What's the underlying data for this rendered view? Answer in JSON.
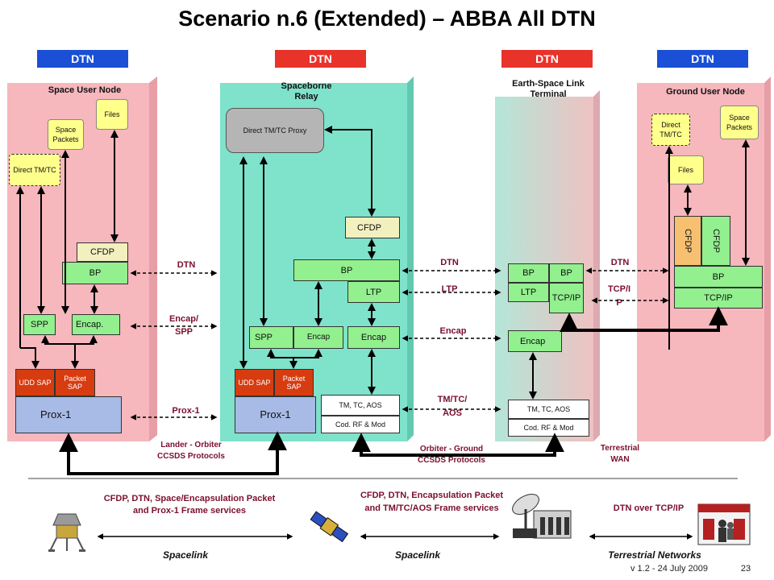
{
  "title": "Scenario n.6 (Extended) – ABBA All DTN",
  "tags": [
    "DTN",
    "DTN",
    "DTN",
    "DTN"
  ],
  "tag_colors": {
    "blue": "#1a4fd6",
    "red": "#e8332b"
  },
  "panels": {
    "space_user": "Space User Node",
    "relay": "Spaceborne Relay",
    "earth_space": "Earth-Space Link Terminal",
    "ground_user": "Ground User Node"
  },
  "space_user": {
    "files": "Files",
    "space_packets": "Space Packets",
    "direct_tmtc": "Direct TM/TC",
    "cfdp": "CFDP",
    "bp": "BP",
    "spp": "SPP",
    "encap": "Encap.",
    "udd_sap": "UDD SAP",
    "packet_sap": "Packet SAP",
    "prox1": "Prox-1"
  },
  "relay": {
    "proxy": "Direct TM/TC Proxy",
    "cfdp": "CFDP",
    "bp": "BP",
    "ltp": "LTP",
    "spp": "SPP",
    "encap_small": "Encap",
    "encap": "Encap",
    "udd_sap": "UDD SAP",
    "packet_sap": "Packet SAP",
    "prox1": "Prox-1",
    "tm_tc_aos": "TM, TC, AOS",
    "cod_rf": "Cod. RF & Mod"
  },
  "earth_space": {
    "bp1": "BP",
    "bp2": "BP",
    "ltp": "LTP",
    "tcpip": "TCP/IP",
    "encap": "Encap",
    "tm_tc_aos": "TM, TC, AOS",
    "cod_rf": "Cod. RF & Mod"
  },
  "ground_user": {
    "direct_tmtc": "Direct TM/TC",
    "space_packets": "Space Packets",
    "files": "Files",
    "cfdp1": "CFDP",
    "cfdp2": "CFDP",
    "bp": "BP",
    "tcpip": "TCP/IP"
  },
  "links": {
    "dtn_left": "DTN",
    "encap_spp": "Encap/ SPP",
    "prox1": "Prox-1",
    "dtn_mid": "DTN",
    "ltp_mid": "LTP",
    "encap_mid": "Encap",
    "tmtc_aos": "TM/TC/ AOS",
    "dtn_right": "DTN",
    "tcpip_right": "TCP/I P",
    "lander_orbiter": "Lander - Orbiter CCSDS Protocols",
    "orbiter_ground": "Orbiter - Ground CCSDS Protocols",
    "terrestrial_wan": "Terrestrial WAN"
  },
  "bottom": {
    "services1": "CFDP, DTN, Space/Encapsulation Packet and Prox-1 Frame services",
    "services2": "CFDP, DTN, Encapsulation Packet and TM/TC/AOS Frame services",
    "services3": "DTN over TCP/IP",
    "spacelink1": "Spacelink",
    "spacelink2": "Spacelink",
    "terrestrial": "Terrestrial Networks",
    "version": "v 1.2 - 24 July 2009",
    "page": "23"
  },
  "icons": [
    "lander-icon",
    "satellite-icon",
    "ground-station-icon",
    "building-icon"
  ]
}
